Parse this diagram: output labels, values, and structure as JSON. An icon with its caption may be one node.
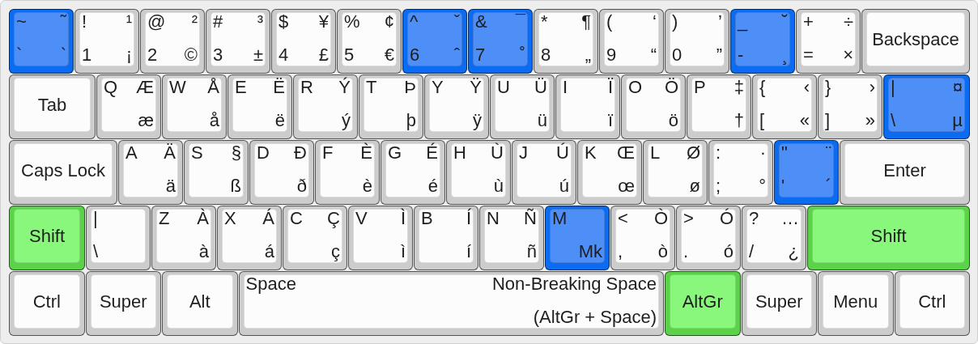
{
  "diagram": {
    "nodes": [
      {
        "text": [
          "~",
          "˜",
          "`",
          "`"
        ]
      },
      {
        "text": [
          "!",
          "¹",
          "1",
          "¡"
        ]
      },
      {
        "text": [
          "@",
          "²",
          "2",
          "©"
        ]
      },
      {
        "text": [
          "#",
          "³",
          "3",
          "±"
        ]
      },
      {
        "text": [
          "$",
          "¥",
          "4",
          "£"
        ]
      },
      {
        "text": [
          "%",
          "¢",
          "5",
          "€"
        ]
      },
      {
        "text": [
          "^",
          "ˇ",
          "6",
          "ˆ"
        ]
      },
      {
        "text": [
          "&",
          "¯",
          "7",
          "˚"
        ]
      },
      {
        "text": [
          "*",
          "¶",
          "8",
          "„"
        ]
      },
      {
        "text": [
          "(",
          "‘",
          "9",
          "“"
        ]
      },
      {
        "text": [
          ")",
          "’",
          "0",
          "”"
        ]
      },
      {
        "text": [
          "_",
          "˘",
          "-",
          "¸"
        ]
      },
      {
        "text": [
          "+",
          "÷",
          "=",
          "×"
        ]
      },
      {
        "text": [
          "Backspace"
        ]
      },
      {
        "text": [
          "Tab"
        ]
      },
      {
        "text": [
          "Q",
          "Æ",
          "æ"
        ]
      },
      {
        "text": [
          "W",
          "Å",
          "å"
        ]
      },
      {
        "text": [
          "E",
          "Ë",
          "ë"
        ]
      },
      {
        "text": [
          "R",
          "Ý",
          "ý"
        ]
      },
      {
        "text": [
          "T",
          "Þ",
          "þ"
        ]
      },
      {
        "text": [
          "Y",
          "Ÿ",
          "ÿ"
        ]
      },
      {
        "text": [
          "U",
          "Ü",
          "ü"
        ]
      },
      {
        "text": [
          "I",
          "Ï",
          "ï"
        ]
      },
      {
        "text": [
          "O",
          "Ö",
          "ö"
        ]
      },
      {
        "text": [
          "P",
          "‡",
          "†"
        ]
      },
      {
        "text": [
          "{",
          "‹",
          "[",
          "«"
        ]
      },
      {
        "text": [
          "}",
          "›",
          "]",
          "»"
        ]
      },
      {
        "text": [
          "|",
          "¤",
          "\\",
          "µ"
        ]
      },
      {
        "text": [
          "Caps Lock"
        ]
      },
      {
        "text": [
          "A",
          "Ä",
          "ä"
        ]
      },
      {
        "text": [
          "S",
          "§",
          "ß"
        ]
      },
      {
        "text": [
          "D",
          "Ð",
          "ð"
        ]
      },
      {
        "text": [
          "F",
          "È",
          "è"
        ]
      },
      {
        "text": [
          "G",
          "É",
          "é"
        ]
      },
      {
        "text": [
          "H",
          "Ù",
          "ù"
        ]
      },
      {
        "text": [
          "J",
          "Ú",
          "ú"
        ]
      },
      {
        "text": [
          "K",
          "Œ",
          "œ"
        ]
      },
      {
        "text": [
          "L",
          "Ø",
          "ø"
        ]
      },
      {
        "text": [
          ":",
          "·",
          ";",
          "°"
        ]
      },
      {
        "text": [
          "\"",
          "¨",
          "'",
          "´"
        ]
      },
      {
        "text": [
          "Enter"
        ]
      },
      {
        "text": [
          "Shift"
        ]
      },
      {
        "text": [
          "|",
          "\\"
        ]
      },
      {
        "text": [
          "Z",
          "À",
          "à"
        ]
      },
      {
        "text": [
          "X",
          "Á",
          "á"
        ]
      },
      {
        "text": [
          "C",
          "Ç",
          "ç"
        ]
      },
      {
        "text": [
          "V",
          "Ì",
          "ì"
        ]
      },
      {
        "text": [
          "B",
          "Í",
          "í"
        ]
      },
      {
        "text": [
          "N",
          "Ñ",
          "ñ"
        ]
      },
      {
        "text": [
          "M",
          "Mk"
        ]
      },
      {
        "text": [
          "<",
          "Ò",
          ",",
          "ò"
        ]
      },
      {
        "text": [
          ">",
          "Ó",
          ".",
          "ó"
        ]
      },
      {
        "text": [
          "?",
          "…",
          "/",
          "¿"
        ]
      },
      {
        "text": [
          "Shift"
        ]
      },
      {
        "text": [
          "Ctrl"
        ]
      },
      {
        "text": [
          "Super"
        ]
      },
      {
        "text": [
          "Alt"
        ]
      },
      {
        "text": [
          "Space",
          "Non-Breaking Space",
          "(AltGr + Space)"
        ]
      },
      {
        "text": [
          "AltGr"
        ]
      },
      {
        "text": [
          "Super"
        ]
      },
      {
        "text": [
          "Menu"
        ]
      },
      {
        "text": [
          "Ctrl"
        ]
      }
    ]
  }
}
